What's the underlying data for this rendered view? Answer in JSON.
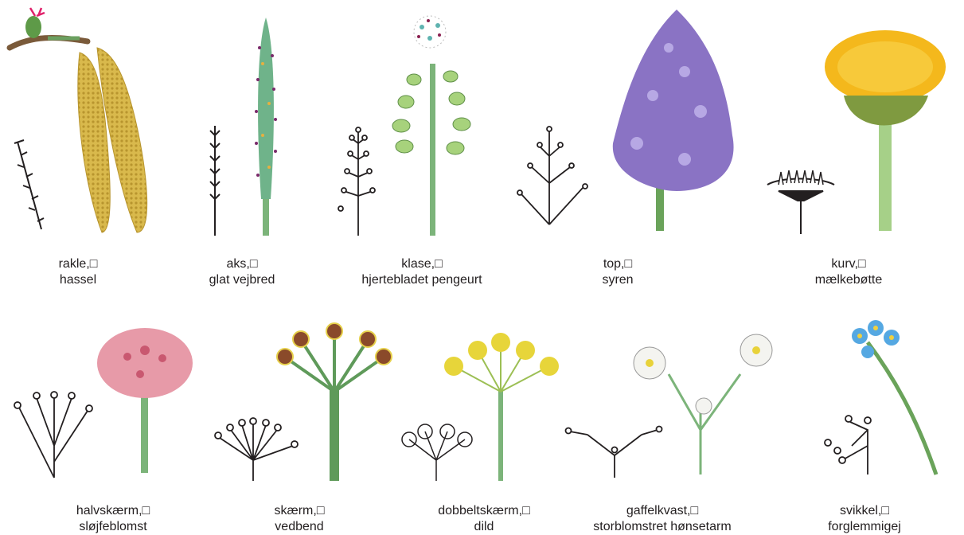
{
  "colors": {
    "ink": "#231f20",
    "stem_green": "#7cb47a",
    "catkin_gold": "#d8b84a",
    "lilac_purple": "#8a73c4",
    "dandelion_yellow": "#f4b81c",
    "candytuft_pink": "#e79aa8",
    "ivy_green": "#5f9a5a",
    "dill_yellow": "#e7d53a",
    "chickweed_white": "#f4f4f0",
    "forgetmenot_blue": "#55a8e2"
  },
  "inflorescences": [
    {
      "type": "rakle,□",
      "plant": "hassel"
    },
    {
      "type": "aks,□",
      "plant": "glat vejbred"
    },
    {
      "type": "klase,□",
      "plant": "hjertebladet pengeurt"
    },
    {
      "type": "top,□",
      "plant": "syren"
    },
    {
      "type": "kurv,□",
      "plant": "mælkebøtte"
    },
    {
      "type": "halvskærm,□",
      "plant": "sløjfeblomst"
    },
    {
      "type": "skærm,□",
      "plant": "vedbend"
    },
    {
      "type": "dobbeltskærm,□",
      "plant": "dild"
    },
    {
      "type": "gaffelkvast,□",
      "plant": "storblomstret hønsetarm"
    },
    {
      "type": "svikkel,□",
      "plant": "forglemmigej"
    }
  ]
}
